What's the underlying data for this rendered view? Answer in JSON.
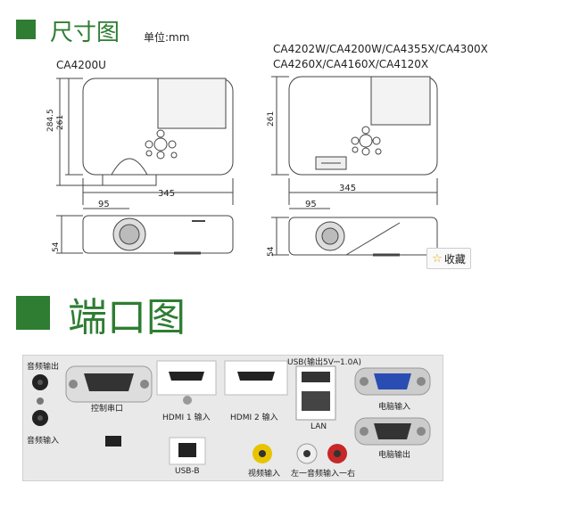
{
  "section1": {
    "title": "尺寸图",
    "unit": "单位:mm"
  },
  "dims": {
    "left_model": "CA4200U",
    "right_models_1": "CA4202W/CA4200W/CA4355X/CA4300X",
    "right_models_2": "CA4260X/CA4160X/CA4120X",
    "left_depth_outer": "284.5",
    "left_depth": "261",
    "left_width": "345",
    "left_lens_offset": "95",
    "left_height": "54",
    "right_depth": "261",
    "right_width": "345",
    "right_lens_offset": "95",
    "right_height": "54"
  },
  "favorite": {
    "label": "收藏"
  },
  "section2": {
    "title": "端口图"
  },
  "ports": {
    "audio_out": "音频输出",
    "audio_in": "音频输入",
    "serial": "控制串口",
    "hdmi1": "HDMI 1 输入",
    "hdmi2": "HDMI 2 输入",
    "usb_header": "USB(输出5V⎓1.0A)",
    "lan": "LAN",
    "pc_in": "电脑输入",
    "pc_out": "电脑输出",
    "usb_b": "USB-B",
    "video_in": "视频输入",
    "audio_lr": "左一音频输入一右"
  }
}
